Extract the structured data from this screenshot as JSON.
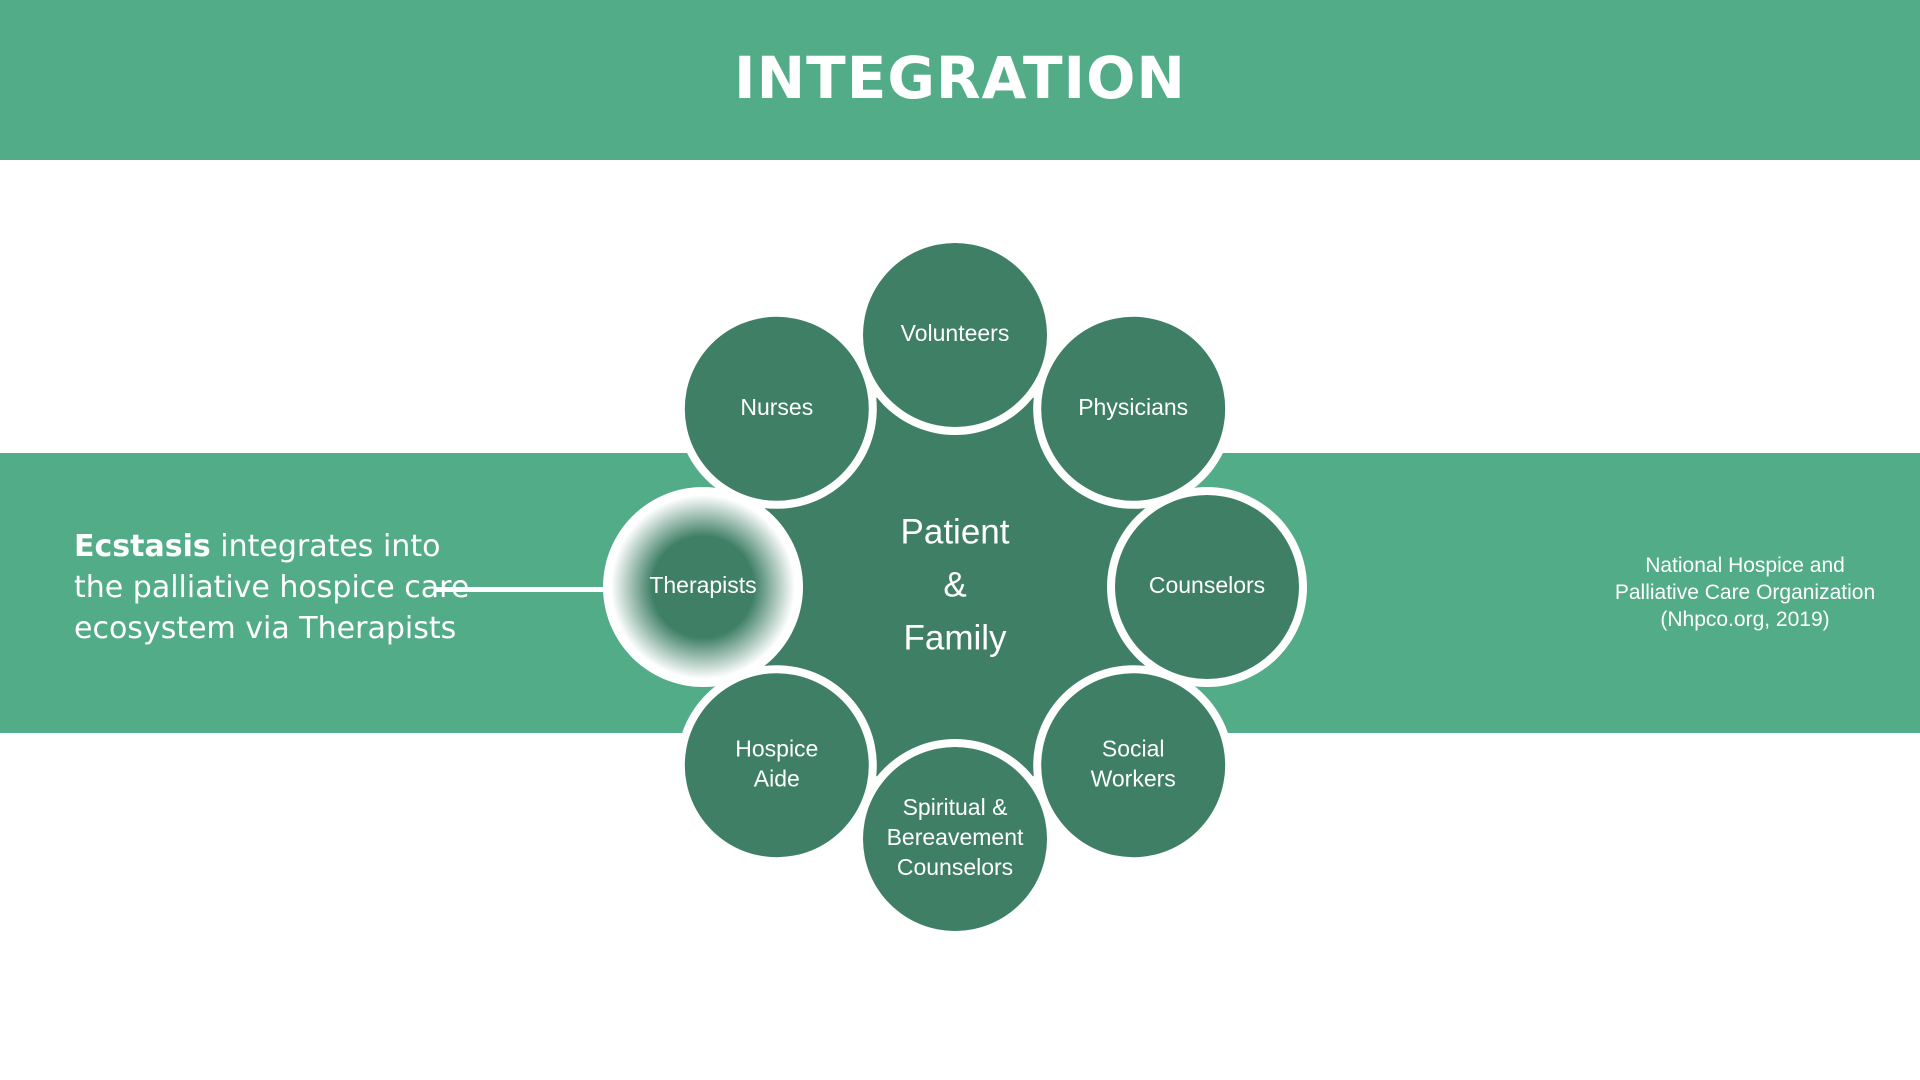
{
  "header": {
    "title": "INTEGRATION"
  },
  "caption": {
    "brand": "Ecstasis",
    "rest": " integrates into the palliative hospice care ecosystem via Therapists"
  },
  "source": {
    "lines": [
      "National Hospice and",
      "Palliative Care Organization",
      "(Nhpco.org, 2019)"
    ]
  },
  "diagram": {
    "center": {
      "lines": [
        "Patient",
        "&",
        "Family"
      ]
    },
    "highlighted_node": "therapists",
    "nodes": [
      {
        "id": "volunteers",
        "lines": [
          "Volunteers"
        ]
      },
      {
        "id": "physicians",
        "lines": [
          "Physicians"
        ]
      },
      {
        "id": "counselors",
        "lines": [
          "Counselors"
        ]
      },
      {
        "id": "social-workers",
        "lines": [
          "Social",
          "Workers"
        ]
      },
      {
        "id": "spiritual-bereavement-counselors",
        "lines": [
          "Spiritual &",
          "Bereavement",
          "Counselors"
        ]
      },
      {
        "id": "hospice-aide",
        "lines": [
          "Hospice",
          "Aide"
        ]
      },
      {
        "id": "therapists",
        "lines": [
          "Therapists"
        ]
      },
      {
        "id": "nurses",
        "lines": [
          "Nurses"
        ]
      }
    ]
  },
  "colors": {
    "band": "#53ac88",
    "node": "#3e7f66",
    "text": "#ffffff"
  }
}
